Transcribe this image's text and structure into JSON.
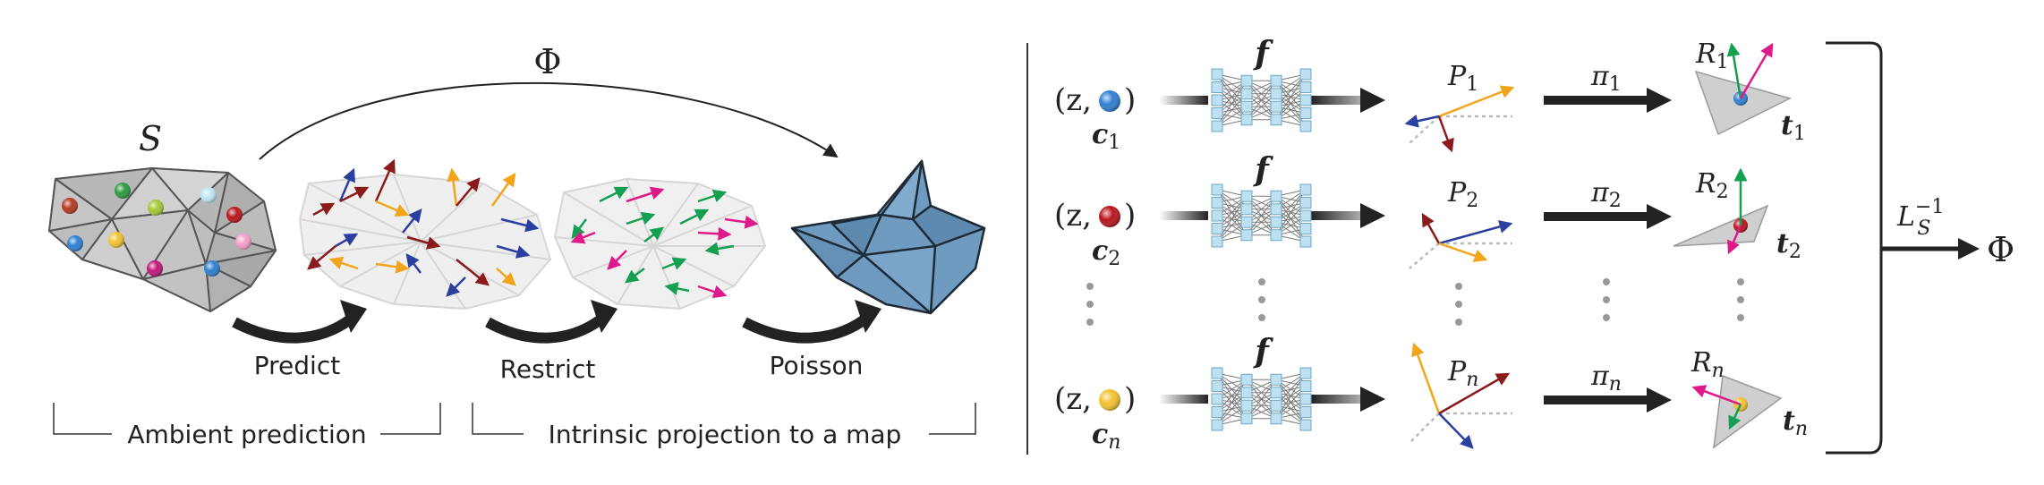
{
  "left_panel": {
    "phi_label": "Φ",
    "surface_label": "S",
    "step_predict": "Predict",
    "step_restrict": "Restrict",
    "step_poisson": "Poisson",
    "bracket_ambient": "Ambient prediction",
    "bracket_intrinsic": "Intrinsic projection to a map"
  },
  "right_panel": {
    "rows": [
      {
        "input_prefix": "(z,",
        "input_suffix": ")",
        "c_label": "c",
        "c_sub": "1",
        "net_label": "f",
        "P_label": "P",
        "P_sub": "1",
        "pi_label": "π",
        "pi_sub": "1",
        "R_label": "R",
        "R_sub": "1",
        "t_label": "t",
        "t_sub": "1",
        "sphere_color": "#2f7fd1"
      },
      {
        "input_prefix": "(z,",
        "input_suffix": ")",
        "c_label": "c",
        "c_sub": "2",
        "net_label": "f",
        "P_label": "P",
        "P_sub": "2",
        "pi_label": "π",
        "pi_sub": "2",
        "R_label": "R",
        "R_sub": "2",
        "t_label": "t",
        "t_sub": "2",
        "sphere_color": "#b8161b"
      },
      {
        "input_prefix": "(z,",
        "input_suffix": ")",
        "c_label": "c",
        "c_sub": "n",
        "net_label": "f",
        "P_label": "P",
        "P_sub": "n",
        "pi_label": "π",
        "pi_sub": "n",
        "R_label": "R",
        "R_sub": "n",
        "t_label": "t",
        "t_sub": "n",
        "sphere_color": "#f2c230"
      }
    ],
    "L_label": "L",
    "L_sub": "S",
    "L_sup": "−1",
    "output_label": "Φ"
  },
  "colors": {
    "mesh_gray": "#c9c9c9",
    "map_blue": "#6f9bc0",
    "arrow_dark_red": "#8b1a1a",
    "arrow_blue": "#2a3fa0",
    "arrow_orange": "#f2a51a",
    "arrow_green": "#14a050",
    "arrow_magenta": "#e0198a",
    "net_node": "#bfe0f0"
  }
}
